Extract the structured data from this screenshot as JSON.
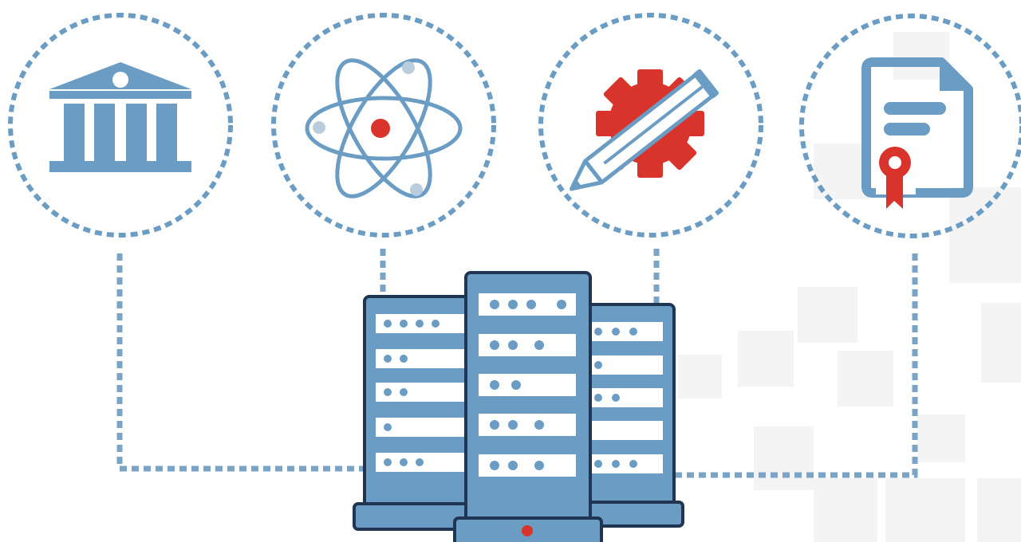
{
  "colors": {
    "blue": "#6a9cc4",
    "dash": "#7aa3c6",
    "navy": "#1f3552",
    "red": "#d9342b",
    "light_dot": "#b9cddd",
    "background_squares": "#f4f4f5",
    "white": "#ffffff"
  },
  "nodes": [
    {
      "id": "institution",
      "icon": "building-columns-icon"
    },
    {
      "id": "science",
      "icon": "atom-icon"
    },
    {
      "id": "engineering",
      "icon": "gear-pencil-icon"
    },
    {
      "id": "document",
      "icon": "certificate-document-icon"
    }
  ],
  "hub": {
    "icon": "server-rack-icon",
    "racks": 3
  }
}
